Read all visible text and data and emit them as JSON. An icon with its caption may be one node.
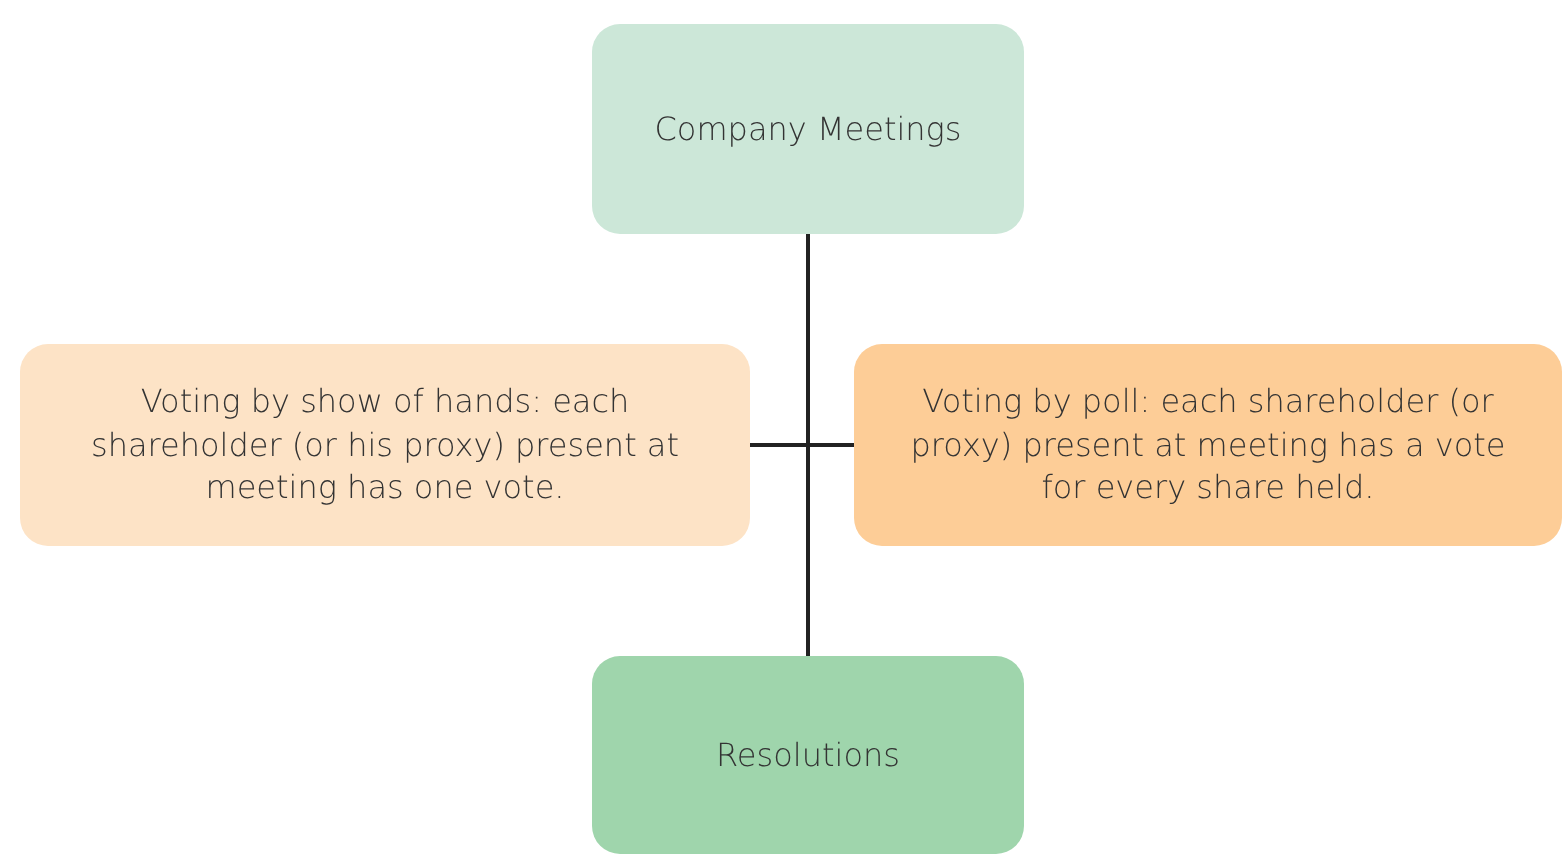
{
  "diagram": {
    "nodes": [
      {
        "text": [
          "Company Meetings"
        ]
      },
      {
        "text": [
          "Voting by show of hands: each shareholder (or his proxy) present at meeting has one vote."
        ]
      },
      {
        "text": [
          "Voting by poll: each shareholder (or proxy) present at meeting has a vote for every share held."
        ]
      },
      {
        "text": [
          "Resolutions"
        ]
      }
    ],
    "edges": [
      {
        "from": 0,
        "to": 3,
        "arrow": "none"
      },
      {
        "from": 1,
        "to": 2,
        "arrow": "none"
      }
    ]
  }
}
